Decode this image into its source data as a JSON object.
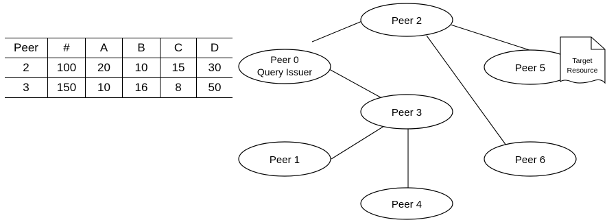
{
  "table": {
    "headers": [
      "Peer",
      "#",
      "A",
      "B",
      "C",
      "D"
    ],
    "rows": [
      [
        "2",
        "100",
        "20",
        "10",
        "15",
        "30"
      ],
      [
        "3",
        "150",
        "10",
        "16",
        "8",
        "50"
      ]
    ]
  },
  "graph": {
    "nodes": {
      "peer2": {
        "label": "Peer 2"
      },
      "peer0": {
        "label": "Peer 0",
        "sublabel": "Query Issuer"
      },
      "peer5": {
        "label": "Peer 5"
      },
      "peer3": {
        "label": "Peer 3"
      },
      "peer1": {
        "label": "Peer 1"
      },
      "peer6": {
        "label": "Peer 6"
      },
      "peer4": {
        "label": "Peer 4"
      }
    },
    "edges": [
      [
        "peer2",
        "peer0"
      ],
      [
        "peer2",
        "peer5"
      ],
      [
        "peer2",
        "peer6"
      ],
      [
        "peer0",
        "peer3"
      ],
      [
        "peer3",
        "peer1"
      ],
      [
        "peer3",
        "peer4"
      ]
    ],
    "document": {
      "line1": "Target",
      "line2": "Resource"
    }
  }
}
